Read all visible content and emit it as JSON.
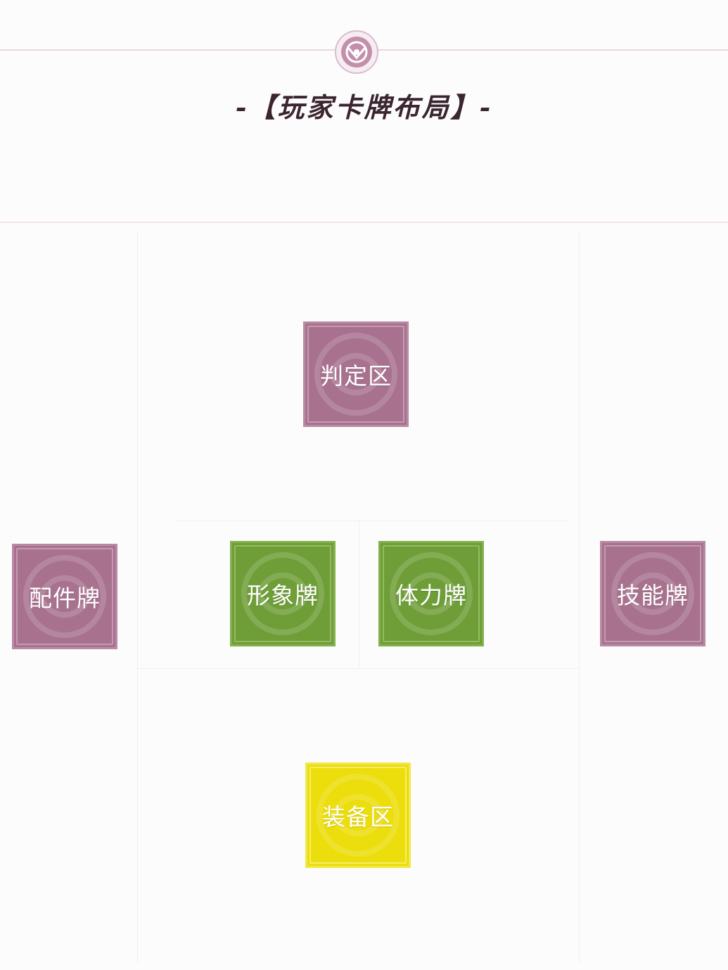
{
  "header": {
    "title": "-【玩家卡牌布局】-",
    "emblem_icon": "clan-emblem-icon"
  },
  "cards": {
    "judgment": "判定区",
    "accessory": "配件牌",
    "character": "形象牌",
    "health": "体力牌",
    "skill": "技能牌",
    "equipment": "装备区"
  },
  "colors": {
    "purple": "#a8728f",
    "green": "#6f9e38",
    "yellow": "#ecde0c",
    "title": "#3a2530"
  }
}
